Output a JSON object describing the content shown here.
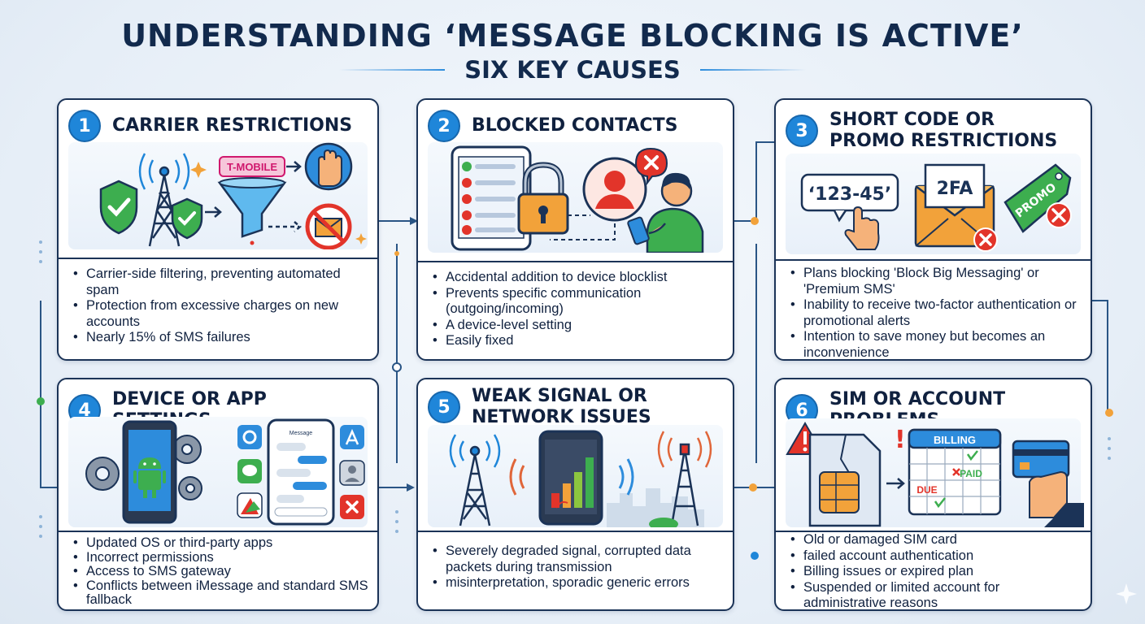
{
  "header": {
    "title": "UNDERSTANDING ‘MESSAGE BLOCKING IS ACTIVE’",
    "subtitle": "SIX KEY CAUSES"
  },
  "colors": {
    "navy": "#1b3357",
    "accent_blue": "#1f86d9",
    "green": "#3dae4f",
    "red": "#e2342a",
    "orange": "#f2a23a"
  },
  "cards": [
    {
      "number": "1",
      "title": "CARRIER RESTRICTIONS",
      "labels": {
        "carrier": "T-MOBILE"
      },
      "bullets": [
        "Carrier-side filtering, preventing automated spam",
        "Protection from excessive charges on new accounts",
        "Nearly 15% of SMS failures"
      ]
    },
    {
      "number": "2",
      "title": "BLOCKED CONTACTS",
      "labels": {},
      "bullets": [
        "Accidental addition to device blocklist",
        "Prevents specific communication (outgoing/incoming)",
        "A device-level setting",
        "Easily fixed"
      ]
    },
    {
      "number": "3",
      "title": "SHORT CODE OR\nPROMO RESTRICTIONS",
      "labels": {
        "short_code": "‘123-45’",
        "twofa": "2FA",
        "promo": "PROMO"
      },
      "bullets": [
        "Plans blocking 'Block Big Messaging' or 'Premium SMS'",
        "Inability to receive two-factor authentication or promotional alerts",
        "Intention to save money but becomes an inconvenience"
      ]
    },
    {
      "number": "4",
      "title": "DEVICE OR APP SETTINGS",
      "labels": {
        "app_header": "Message"
      },
      "bullets": [
        "Updated OS or third-party apps",
        "Incorrect permissions",
        "Access to SMS gateway",
        "Conflicts between iMessage and standard SMS fallback"
      ]
    },
    {
      "number": "5",
      "title": "WEAK SIGNAL OR\nNETWORK ISSUES",
      "labels": {},
      "bullets": [
        "Severely degraded signal, corrupted data packets during transmission",
        "misinterpretation, sporadic generic errors"
      ]
    },
    {
      "number": "6",
      "title": "SIM OR ACCOUNT PROBLEMS",
      "labels": {
        "billing": "BILLING",
        "paid": "PAID",
        "due": "DUE"
      },
      "bullets": [
        "Old or damaged SIM card",
        "failed account authentication",
        "Billing issues or expired plan",
        "Suspended or limited account for administrative reasons"
      ]
    }
  ]
}
